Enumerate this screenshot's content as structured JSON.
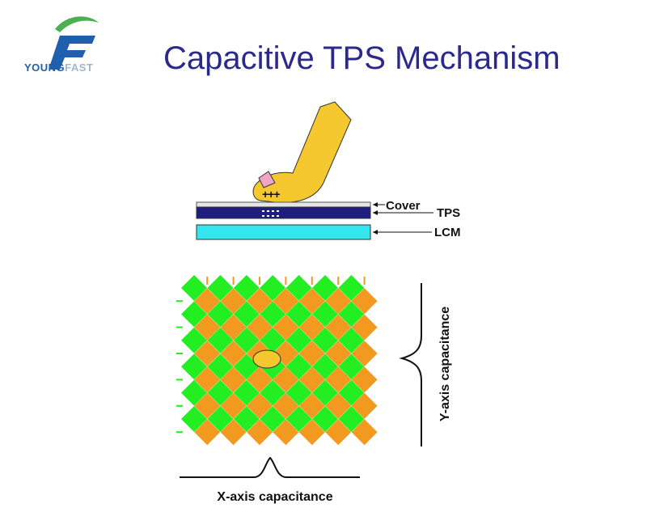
{
  "logo": {
    "text_part1": "YOUNG",
    "text_part2": "FAST"
  },
  "title": "Capacitive TPS Mechanism",
  "layers": {
    "cover": "Cover",
    "tps": "TPS",
    "lcm": "LCM"
  },
  "finger": {
    "charges": "+++"
  },
  "axes": {
    "x_label": "X-axis capacitance",
    "y_label": "Y-axis capacitance"
  },
  "colors": {
    "title": "#2b2a8c",
    "finger": "#f5c830",
    "fingernail": "#f0a4c8",
    "cover": "#e6e6e6",
    "tps": "#1e1e80",
    "lcm": "#33e5ee",
    "grid_green": "#22ee22",
    "grid_orange": "#f29a20",
    "touch_spot": "#f5c830"
  }
}
